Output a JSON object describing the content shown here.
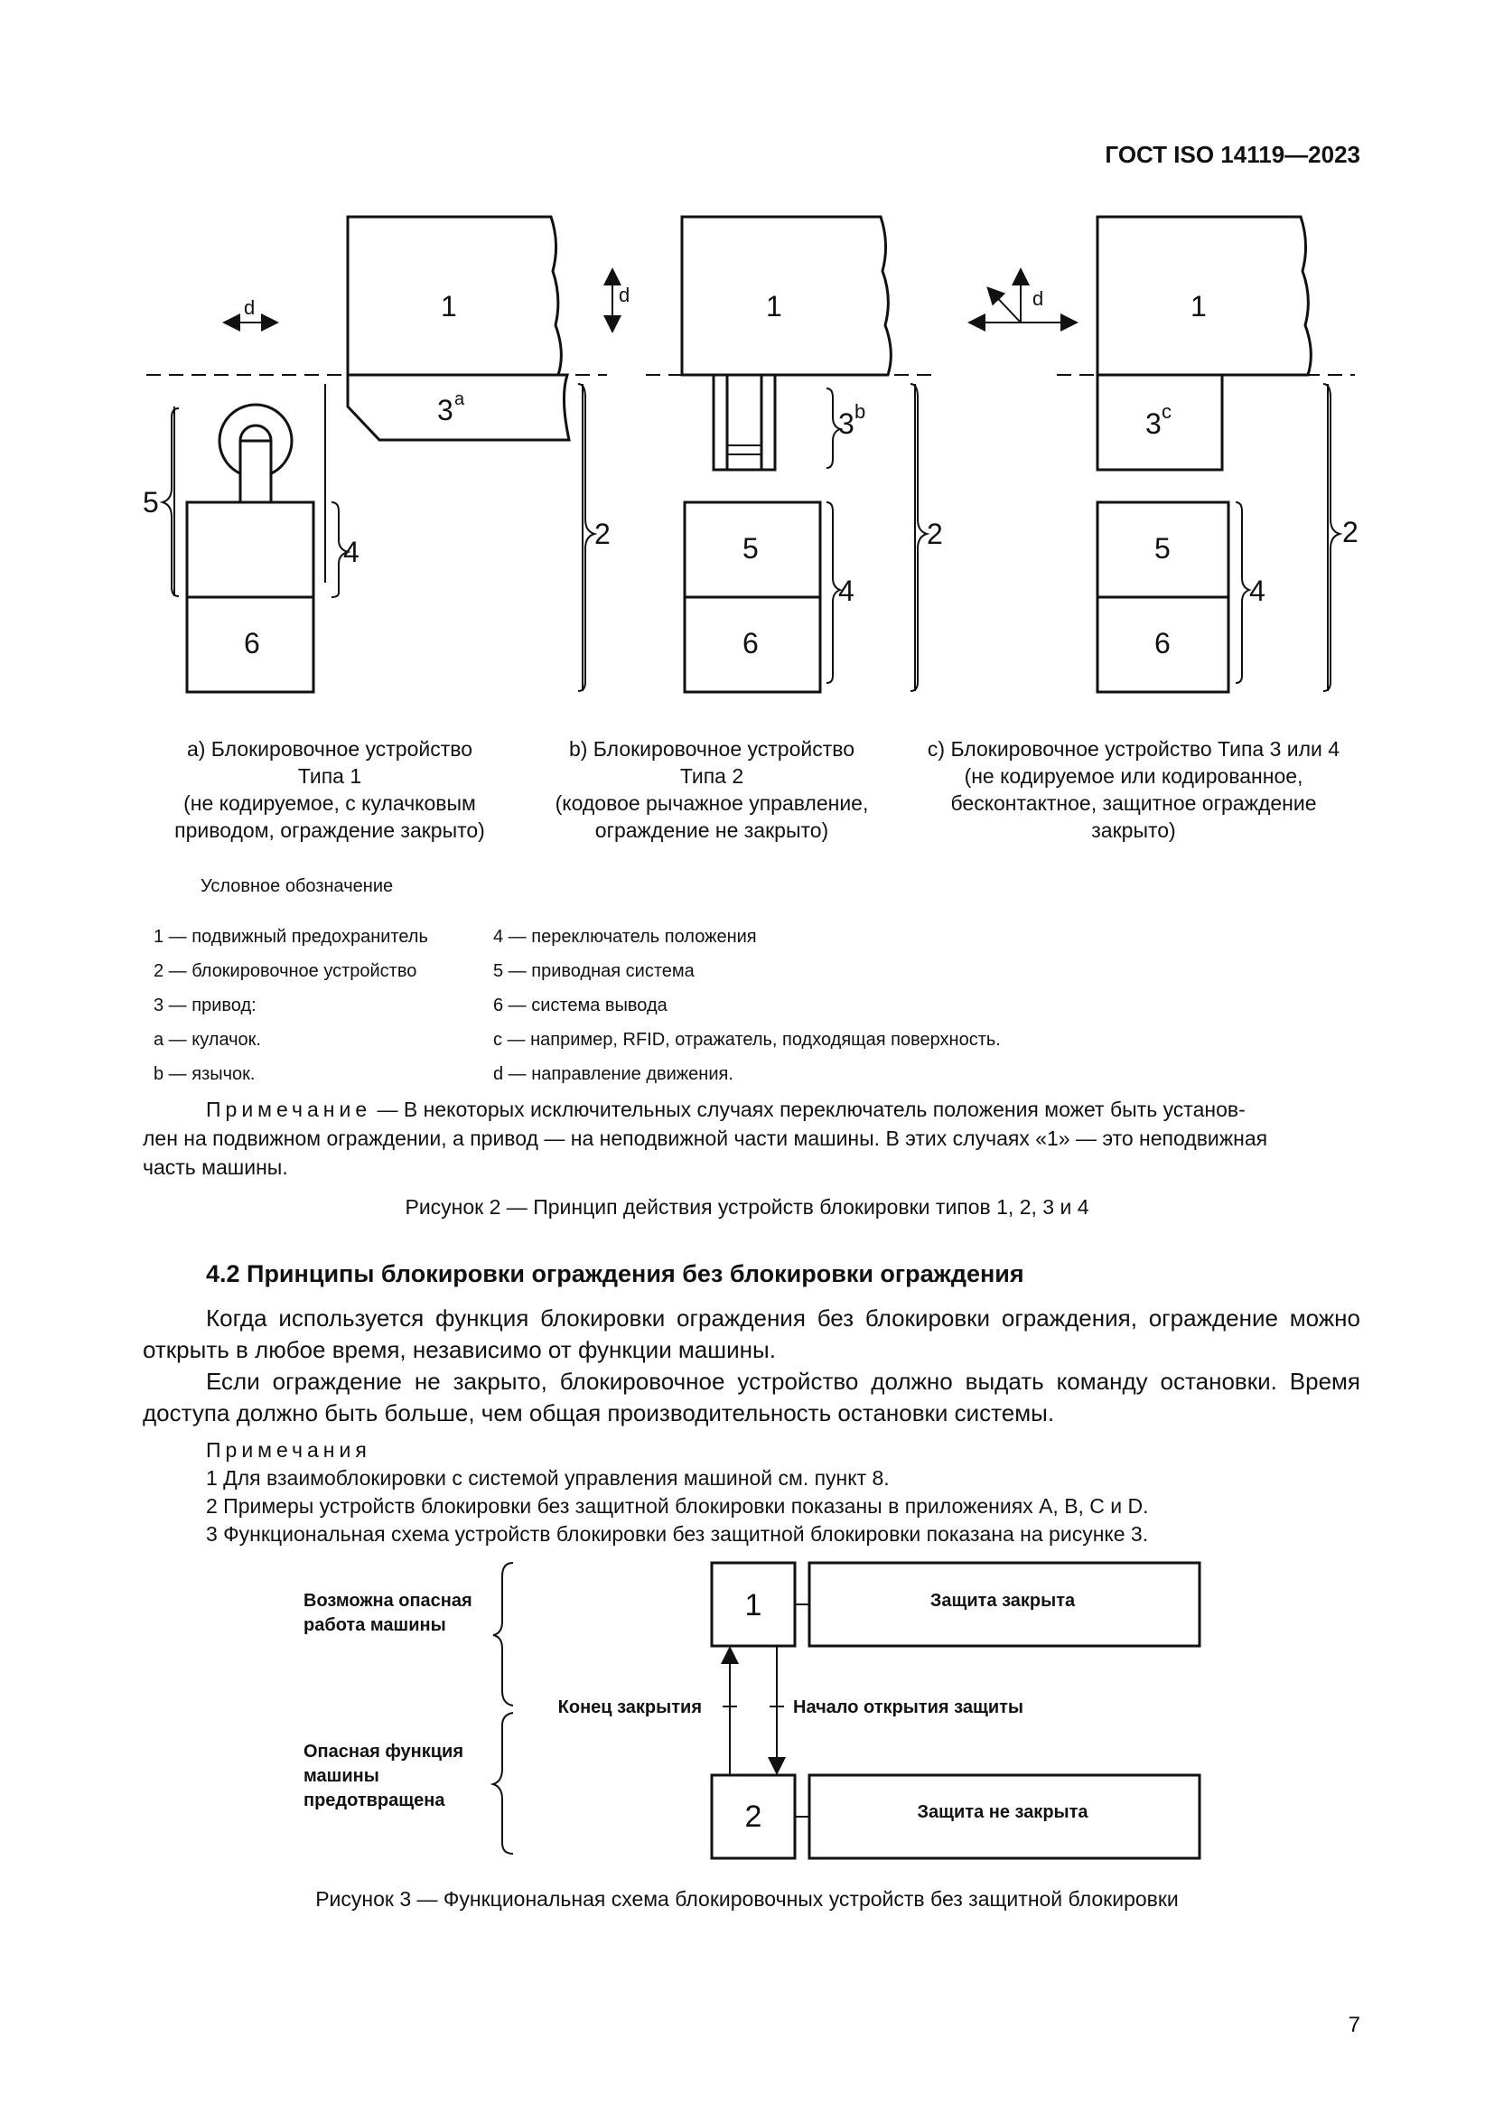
{
  "header": "ГОСТ ISO 14119—2023",
  "figure2": {
    "labels": {
      "n1": "1",
      "n2": "2",
      "n3": "3",
      "n4": "4",
      "n5": "5",
      "n6": "6",
      "d": "d",
      "sup_a": "a",
      "sup_b": "b",
      "sup_c": "c"
    },
    "captions": {
      "a": [
        "a) Блокировочное устройство",
        "Типа 1",
        "(не кодируемое, с кулачковым",
        "приводом, ограждение закрыто)"
      ],
      "b": [
        "b) Блокировочное устройство",
        "Типа 2",
        "(кодовое рычажное управление,",
        "ограждение не закрыто)"
      ],
      "c": [
        "c) Блокировочное устройство Типа 3 или 4",
        "(не кодируемое или кодированное,",
        "бесконтактное, защитное ограждение",
        "закрыто)"
      ]
    },
    "legend_title": "Условное обозначение",
    "legend_left": [
      "1 — подвижный предохранитель",
      "2 — блокировочное устройство",
      "3 — привод:",
      "a — кулачок.",
      "b — язычок."
    ],
    "legend_right": [
      "4 — переключатель положения",
      "5 — приводная система",
      "6 — система вывода",
      "c — например, RFID, отражатель, подходящая поверхность.",
      "d — направление движения."
    ],
    "note_label": "Примечание",
    "note_line1": " — В некоторых исключительных случаях переключатель положения может быть установ-",
    "note_line2": "лен на подвижном ограждении, а привод — на неподвижной части машины. В этих случаях «1» — это неподвижная",
    "note_line3": "часть машины.",
    "caption": "Рисунок 2 — Принцип действия устройств блокировки типов 1, 2, 3 и 4"
  },
  "section": {
    "heading": "4.2 Принципы блокировки ограждения без блокировки ограждения",
    "para1": "Когда используется функция блокировки ограждения без блокировки ограждения, ограждение можно открыть в любое время, независимо от функции машины.",
    "para2": "Если ограждение не закрыто, блокировочное устройство должно выдать команду остановки. Время доступа должно быть больше, чем общая производительность остановки системы.",
    "notes_label": "Примечания",
    "notes": [
      "1 Для взаимоблокировки с системой управления машиной см. пункт 8.",
      "2 Примеры устройств блокировки без защитной блокировки показаны в приложениях A, B, C и D.",
      "3 Функциональная схема устройств блокировки без защитной блокировки показана на рисунке 3."
    ]
  },
  "figure3": {
    "left_top": [
      "Возможна опасная",
      "работа машины"
    ],
    "left_bottom": [
      "Опасная функция",
      "машины",
      "предотвращена"
    ],
    "state1": "1",
    "state2": "2",
    "box1": "Защита закрыта",
    "box2": "Защита не закрыта",
    "arrow_up_label": "Конец закрытия",
    "arrow_down_label": "Начало открытия защиты",
    "caption": "Рисунок 3 — Функциональная схема блокировочных устройств без защитной блокировки"
  },
  "page_number": "7"
}
